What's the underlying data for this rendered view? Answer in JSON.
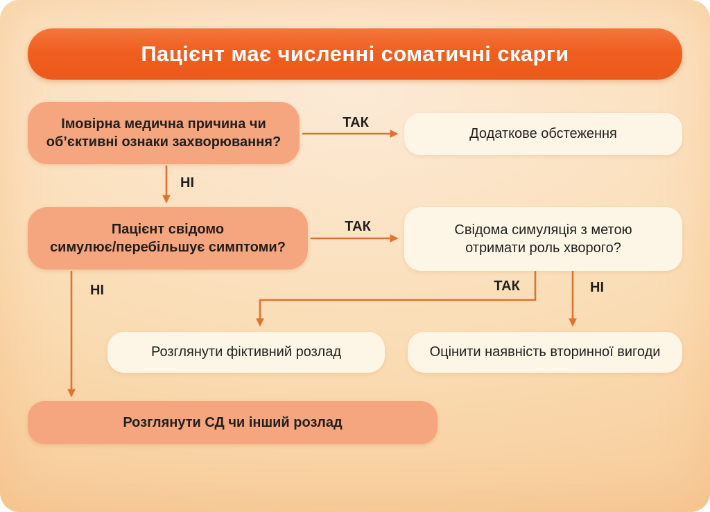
{
  "title": "Пацієнт має численні соматичні скарги",
  "labels": {
    "yes": "ТАК",
    "no": "НІ"
  },
  "nodes": {
    "q1": {
      "line1": "Імовірна медична причина чи",
      "line2": "об’єктивні ознаки захворювання?"
    },
    "a1": {
      "line1": "Додаткове обстеження"
    },
    "q2": {
      "line1": "Пацієнт свідомо",
      "line2": "симулює/перебільшує симптоми?"
    },
    "a2": {
      "line1": "Свідома симуляція з метою",
      "line2": "отримати роль хворого?"
    },
    "fictitious": {
      "line1": "Розглянути фіктивний розлад"
    },
    "secondary_gain": {
      "line1": "Оцінити наявність вторинної вигоди"
    },
    "bottom": {
      "line1": "Розглянути СД чи інший розлад"
    }
  },
  "colors": {
    "title_bg": "#EF5F20",
    "salmon_box": "#F6A67F",
    "cream_box": "#FDF6E7",
    "arrow": "#DF7230",
    "text": "#211F1D",
    "title_text": "#FFFFFF"
  }
}
